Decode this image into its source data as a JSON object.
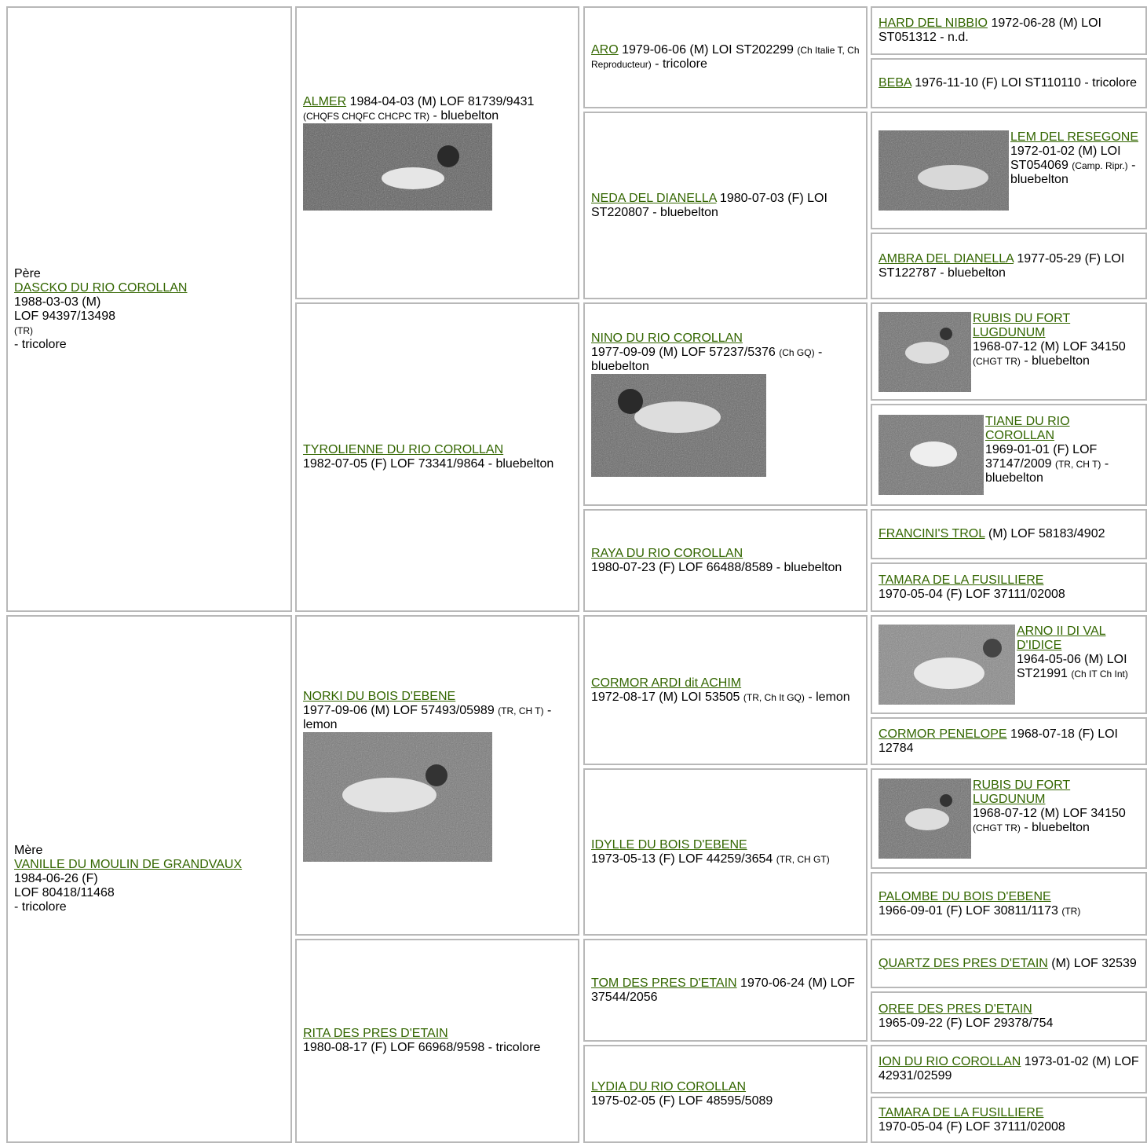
{
  "pere": {
    "role": "Père",
    "name": "DASCKO DU RIO COROLLAN",
    "date": "1988-03-03 (M)",
    "reg": "LOF 94397/13498",
    "titles": "(TR)",
    "color": "- tricolore"
  },
  "mere": {
    "role": "Mère",
    "name": "VANILLE DU MOULIN DE GRANDVAUX",
    "date": "1984-06-26 (F)",
    "reg": "LOF 80418/11468",
    "color": "- tricolore"
  },
  "g2": [
    {
      "name": "ALMER",
      "text1": " 1984-04-03 (M) LOF 81739/9431 ",
      "titles": "(CHQFS CHQFC CHCPC TR)",
      "text2": " - bluebelton"
    },
    {
      "name": "TYROLIENNE DU RIO COROLLAN",
      "text": "1982-07-05 (F) LOF 73341/9864 - bluebelton"
    },
    {
      "name": "NORKI DU BOIS D'EBENE",
      "text1": "1977-09-06 (M) LOF 57493/05989 ",
      "titles": "(TR, CH T)",
      "text2": " - lemon"
    },
    {
      "name": "RITA DES PRES D'ETAIN",
      "text": "1980-08-17 (F) LOF 66968/9598 - tricolore"
    }
  ],
  "g3": [
    {
      "name": "ARO",
      "text1": " 1979-06-06 (M) LOI ST202299 ",
      "titles": "(Ch Italie T, Ch Reproducteur)",
      "text2": " - tricolore"
    },
    {
      "name": "NEDA DEL DIANELLA",
      "text": " 1980-07-03 (F) LOI ST220807 - bluebelton"
    },
    {
      "name": "NINO DU RIO COROLLAN",
      "text1": "1977-09-09 (M) LOF 57237/5376 ",
      "titles": "(Ch GQ)",
      "text2": " - bluebelton"
    },
    {
      "name": "RAYA DU RIO COROLLAN",
      "text": "1980-07-23 (F) LOF 66488/8589 - bluebelton"
    },
    {
      "name": "CORMOR ARDI dit ACHIM",
      "text1": "1972-08-17 (M) LOI 53505 ",
      "titles": "(TR, Ch It GQ)",
      "text2": " - lemon"
    },
    {
      "name": "IDYLLE DU BOIS D'EBENE",
      "text1": "1973-05-13 (F) LOF 44259/3654 ",
      "titles": "(TR, CH GT)",
      "text2": ""
    },
    {
      "name": "TOM DES PRES D'ETAIN",
      "text": " 1970-06-24 (M) LOF 37544/2056"
    },
    {
      "name": "LYDIA DU RIO COROLLAN",
      "text": "1975-02-05 (F) LOF 48595/5089"
    }
  ],
  "g4": [
    {
      "name": "HARD DEL NIBBIO",
      "text": " 1972-06-28 (M) LOI ST051312 - n.d."
    },
    {
      "name": "BEBA",
      "text": " 1976-11-10 (F) LOI ST110110 - tricolore"
    },
    {
      "name": "LEM DEL RESEGONE",
      "text1": "1972-01-02 (M) LOI ST054069 ",
      "titles": "(Camp. Ripr.)",
      "text2": " - bluebelton"
    },
    {
      "name": "AMBRA DEL DIANELLA",
      "text": " 1977-05-29 (F) LOI ST122787 - bluebelton"
    },
    {
      "name": "RUBIS DU FORT LUGDUNUM",
      "text1": "1968-07-12 (M) LOF 34150 ",
      "titles": "(CHGT TR)",
      "text2": " - bluebelton"
    },
    {
      "name": "TIANE DU RIO COROLLAN",
      "text1": "1969-01-01 (F) LOF 37147/2009 ",
      "titles": "(TR, CH T)",
      "text2": " - bluebelton"
    },
    {
      "name": "FRANCINI'S TROL",
      "text": " (M) LOF 58183/4902"
    },
    {
      "name": "TAMARA DE LA FUSILLIERE",
      "text": "1970-05-04 (F) LOF 37111/02008"
    },
    {
      "name": "ARNO II DI VAL D'IDICE",
      "text1": "1964-05-06 (M) LOI ST21991 ",
      "titles": "(Ch IT Ch Int)",
      "text2": ""
    },
    {
      "name": "CORMOR PENELOPE",
      "text": " 1968-07-18 (F) LOI 12784"
    },
    {
      "name": "RUBIS DU FORT LUGDUNUM",
      "text1": "1968-07-12 (M) LOF 34150 ",
      "titles": "(CHGT TR)",
      "text2": " - bluebelton"
    },
    {
      "name": "PALOMBE DU BOIS D'EBENE",
      "text1": "1966-09-01 (F) LOF 30811/1173 ",
      "titles": "(TR)",
      "text2": ""
    },
    {
      "name": "QUARTZ DES PRES D'ETAIN",
      "text": " (M) LOF 32539"
    },
    {
      "name": "OREE DES PRES D'ETAIN",
      "text": "1965-09-22 (F) LOF 29378/754"
    },
    {
      "name": "ION DU RIO COROLLAN",
      "text": " 1973-01-02 (M) LOF 42931/02599"
    },
    {
      "name": "TAMARA DE LA FUSILLIERE",
      "text": "1970-05-04 (F) LOF 37111/02008"
    }
  ]
}
